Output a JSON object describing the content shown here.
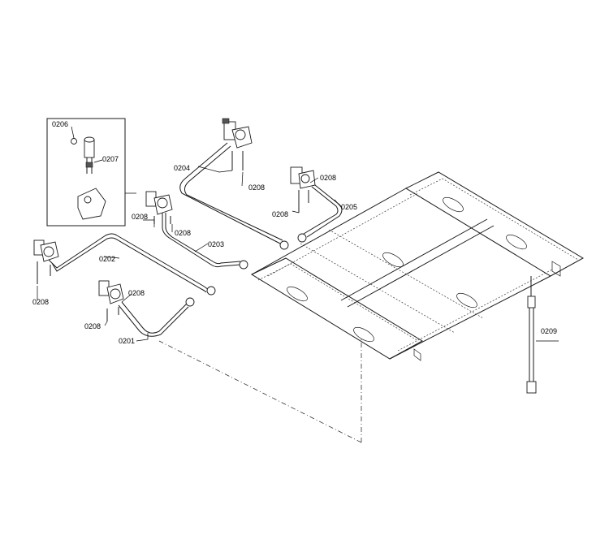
{
  "callouts": {
    "c0201": "0201",
    "c0202": "0202",
    "c0203": "0203",
    "c0204": "0204",
    "c0205": "0205",
    "c0206": "0206",
    "c0207": "0207",
    "c0208_a": "0208",
    "c0208_b": "0208",
    "c0208_c": "0208",
    "c0208_d": "0208",
    "c0208_e": "0208",
    "c0208_f": "0208",
    "c0208_g": "0208",
    "c0208_h": "0208",
    "c0209": "0209"
  }
}
